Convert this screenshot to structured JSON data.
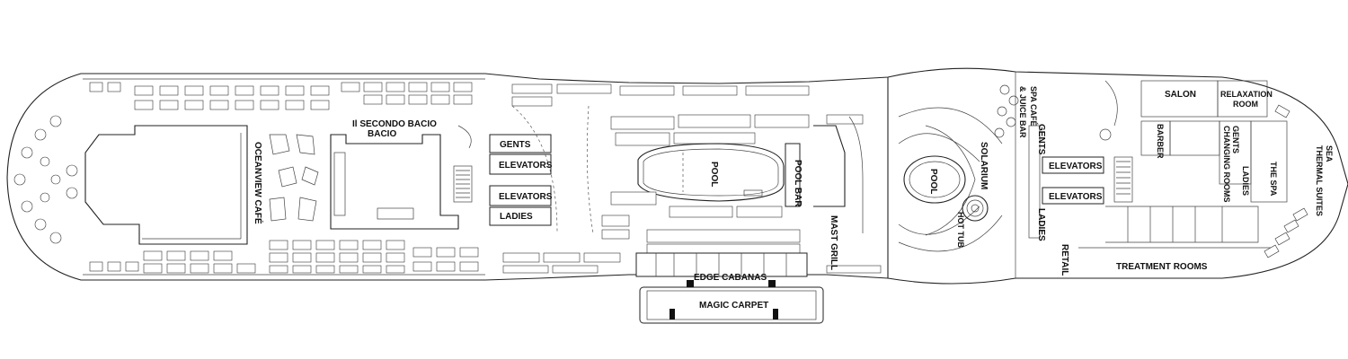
{
  "labels": {
    "oceanview_cafe": "OCEANVIEW CAFÉ",
    "il_secondo_bacio": "Il SECONDO BACIO",
    "gents_1": "GENTS",
    "elevators_1": "ELEVATORS",
    "elevators_2": "ELEVATORS",
    "ladies_1": "LADIES",
    "pool_1": "POOL",
    "pool_bar": "POOL BAR",
    "mast_grill": "MAST GRILL",
    "edge_cabanas": "EDGE CABANAS",
    "magic_carpet": "MAGIC CARPET",
    "solarium": "SOLARIUM",
    "pool_2": "POOL",
    "hot_tub": "HOT TUB",
    "spa_cafe": "SPA CAFÉ",
    "juice_bar": "& JUICE BAR",
    "gents_2": "GENTS",
    "elevators_3": "ELEVATORS",
    "elevators_4": "ELEVATORS",
    "ladies_2": "LADIES",
    "retail": "RETAIL",
    "salon": "SALON",
    "relaxation": "RELAXATION",
    "room": "ROOM",
    "barber": "BARBER",
    "gents_changing": "GENTS",
    "changing_rooms": "CHANGING ROOMS",
    "ladies_changing": "LADIES",
    "the_spa": "THE SPA",
    "sea": "SEA",
    "thermal_suites": "THERMAL SUITES",
    "treatment_rooms": "TREATMENT ROOMS"
  }
}
